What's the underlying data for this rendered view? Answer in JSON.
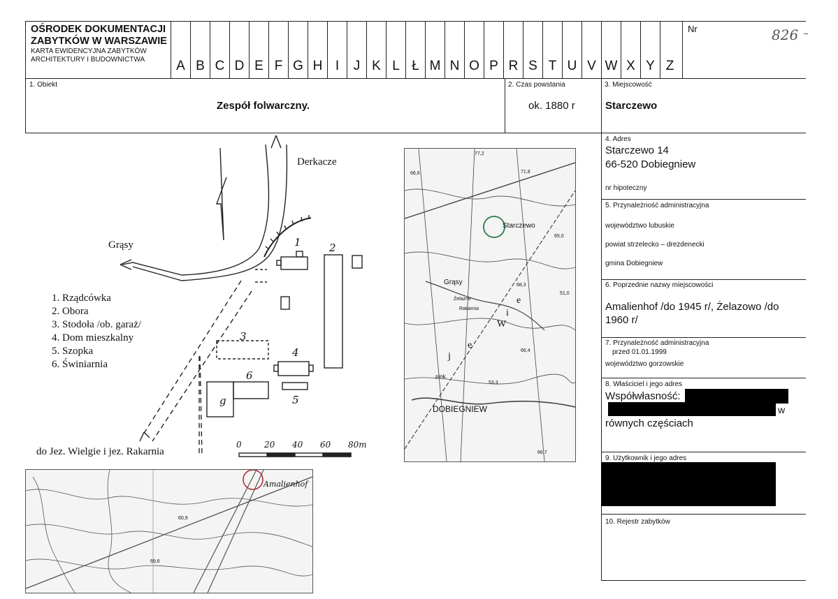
{
  "header": {
    "title": "OŚRODEK DOKUMENTACJI ZABYTKÓW W WARSZAWIE",
    "subtitle": "KARTA EWIDENCYJNA ZABYTKÓW ARCHITEKTURY I BUDOWNICTWA",
    "letters": [
      "A",
      "B",
      "C",
      "D",
      "E",
      "F",
      "G",
      "H",
      "I",
      "J",
      "K",
      "L",
      "Ł",
      "M",
      "N",
      "O",
      "P",
      "R",
      "S",
      "T",
      "U",
      "V",
      "W",
      "X",
      "Y",
      "Z"
    ],
    "nr_label": "Nr",
    "nr_value": "826"
  },
  "fields": {
    "obiekt_label": "1. Obiekt",
    "obiekt_value": "Zespół folwarczny.",
    "czas_label": "2. Czas powstania",
    "czas_value": "ok. 1880 r",
    "miejsc_label": "3. Miejscowość",
    "miejsc_value": "Starczewo",
    "adres_label": "4. Adres",
    "adres_line1": "Starczewo 14",
    "adres_line2": "66-520 Dobiegniew",
    "hipoteczny": "nr hipoteczny",
    "przyn_label": "5. Przynależność administracyjna",
    "woj": "województwo  lubuskie",
    "powiat": "powiat  strzelecko – drezdenecki",
    "gmina": "gmina     Dobiegniew",
    "poprz_label": "6. Poprzednie nazwy miejscowości",
    "poprz_value": "Amalienhof  /do 1945 r/, Żelazowo /do 1960 r/",
    "przyn99_label": "7. Przynależność administracyjna",
    "przyn99_sub": "przed 01.01.1999",
    "woj99": "województwo   gorzowskie",
    "wlasc_label": "8. Właściciel i jego adres",
    "wlasc_value": "Współwłasność:",
    "wlasc_w": "w",
    "wlasc_rest": "równych częściach",
    "uzytk_label": "9. Użytkownik i jego adres",
    "rejestr_label": "10. Rejestr zabytków"
  },
  "sketch": {
    "derkacze": "Derkacze",
    "grasy": "Grąsy",
    "jezioro": "do Jez. Wielgie i jez. Rakarnia",
    "legend": [
      "1.  Rządcówka",
      "2.  Obora",
      "3.  Stodoła /ob. garaż/",
      "4.  Dom mieszkalny",
      "5.  Szopka",
      "6.  Świniarnia"
    ],
    "numbers": [
      "1",
      "2",
      "3",
      "4",
      "5",
      "6",
      "g"
    ],
    "scale": [
      "0",
      "20",
      "40",
      "60",
      "80m"
    ]
  },
  "map_right": {
    "labels": [
      "Starczewo",
      "Grąsy",
      "DOBIEGNIEW",
      "Rakarnia",
      "Żelazne",
      "pink.",
      "W",
      "i",
      "e",
      "j",
      "e",
      "77,2",
      "66,6",
      "71,8",
      "65,0",
      "51,0",
      "68,3",
      "66,4",
      "53,3",
      "66,7"
    ]
  },
  "map_left": {
    "labels": [
      "Amalienhof",
      "60,9",
      "69,6"
    ]
  }
}
